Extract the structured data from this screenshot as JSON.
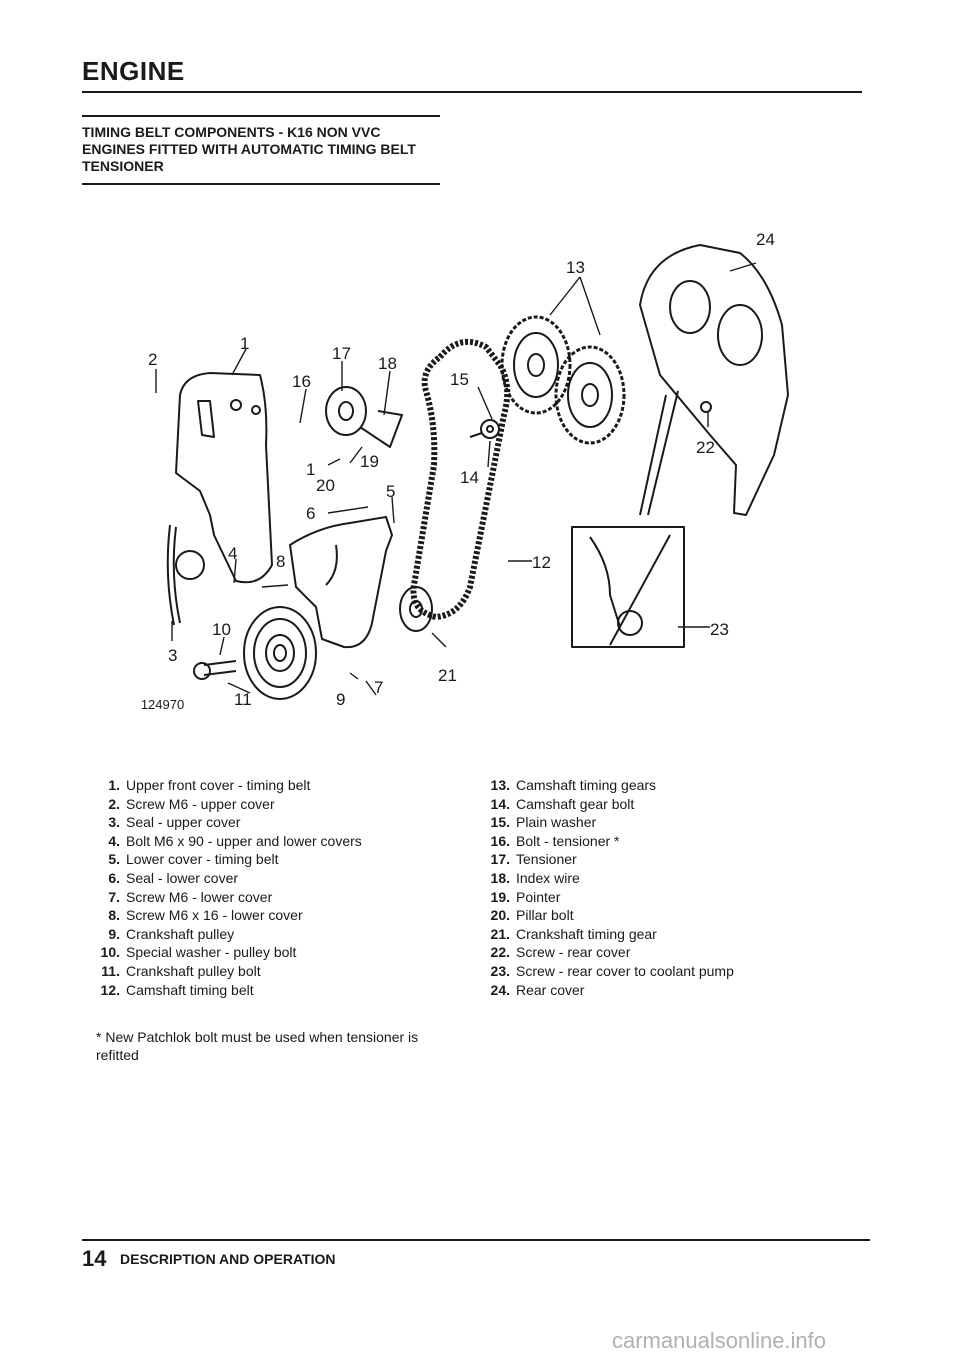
{
  "header": {
    "title": "ENGINE"
  },
  "section": {
    "title": "TIMING BELT COMPONENTS - K16 NON VVC ENGINES FITTED WITH AUTOMATIC TIMING BELT TENSIONER"
  },
  "figure": {
    "code": "M124970",
    "callouts": [
      "1",
      "2",
      "3",
      "4",
      "5",
      "6",
      "7",
      "8",
      "9",
      "10",
      "11",
      "12",
      "13",
      "14",
      "15",
      "16",
      "17",
      "18",
      "19",
      "20",
      "21",
      "22",
      "23",
      "24",
      "1"
    ]
  },
  "legend": {
    "left": [
      {
        "num": "1.",
        "text": "Upper front cover - timing belt"
      },
      {
        "num": "2.",
        "text": "Screw M6 - upper cover"
      },
      {
        "num": "3.",
        "text": "Seal - upper cover"
      },
      {
        "num": "4.",
        "text": "Bolt M6 x 90 - upper and lower covers"
      },
      {
        "num": "5.",
        "text": "Lower cover - timing belt"
      },
      {
        "num": "6.",
        "text": "Seal - lower cover"
      },
      {
        "num": "7.",
        "text": "Screw M6 - lower cover"
      },
      {
        "num": "8.",
        "text": "Screw M6 x 16 - lower cover"
      },
      {
        "num": "9.",
        "text": "Crankshaft pulley"
      },
      {
        "num": "10.",
        "text": "Special washer - pulley bolt"
      },
      {
        "num": "11.",
        "text": "Crankshaft pulley bolt"
      },
      {
        "num": "12.",
        "text": "Camshaft timing belt"
      }
    ],
    "right": [
      {
        "num": "13.",
        "text": "Camshaft timing gears"
      },
      {
        "num": "14.",
        "text": "Camshaft gear bolt"
      },
      {
        "num": "15.",
        "text": "Plain washer"
      },
      {
        "num": "16.",
        "text": "Bolt - tensioner *"
      },
      {
        "num": "17.",
        "text": "Tensioner"
      },
      {
        "num": "18.",
        "text": "Index wire"
      },
      {
        "num": "19.",
        "text": "Pointer"
      },
      {
        "num": "20.",
        "text": "Pillar bolt"
      },
      {
        "num": "21.",
        "text": "Crankshaft timing gear"
      },
      {
        "num": "22.",
        "text": "Screw - rear cover"
      },
      {
        "num": "23.",
        "text": "Screw - rear cover to coolant pump"
      },
      {
        "num": "24.",
        "text": "Rear cover"
      }
    ]
  },
  "note": "* New Patchlok bolt must be used when tensioner is refitted",
  "footer": {
    "page": "14",
    "section": "DESCRIPTION AND OPERATION"
  },
  "watermark": "carmanualsonline.info"
}
